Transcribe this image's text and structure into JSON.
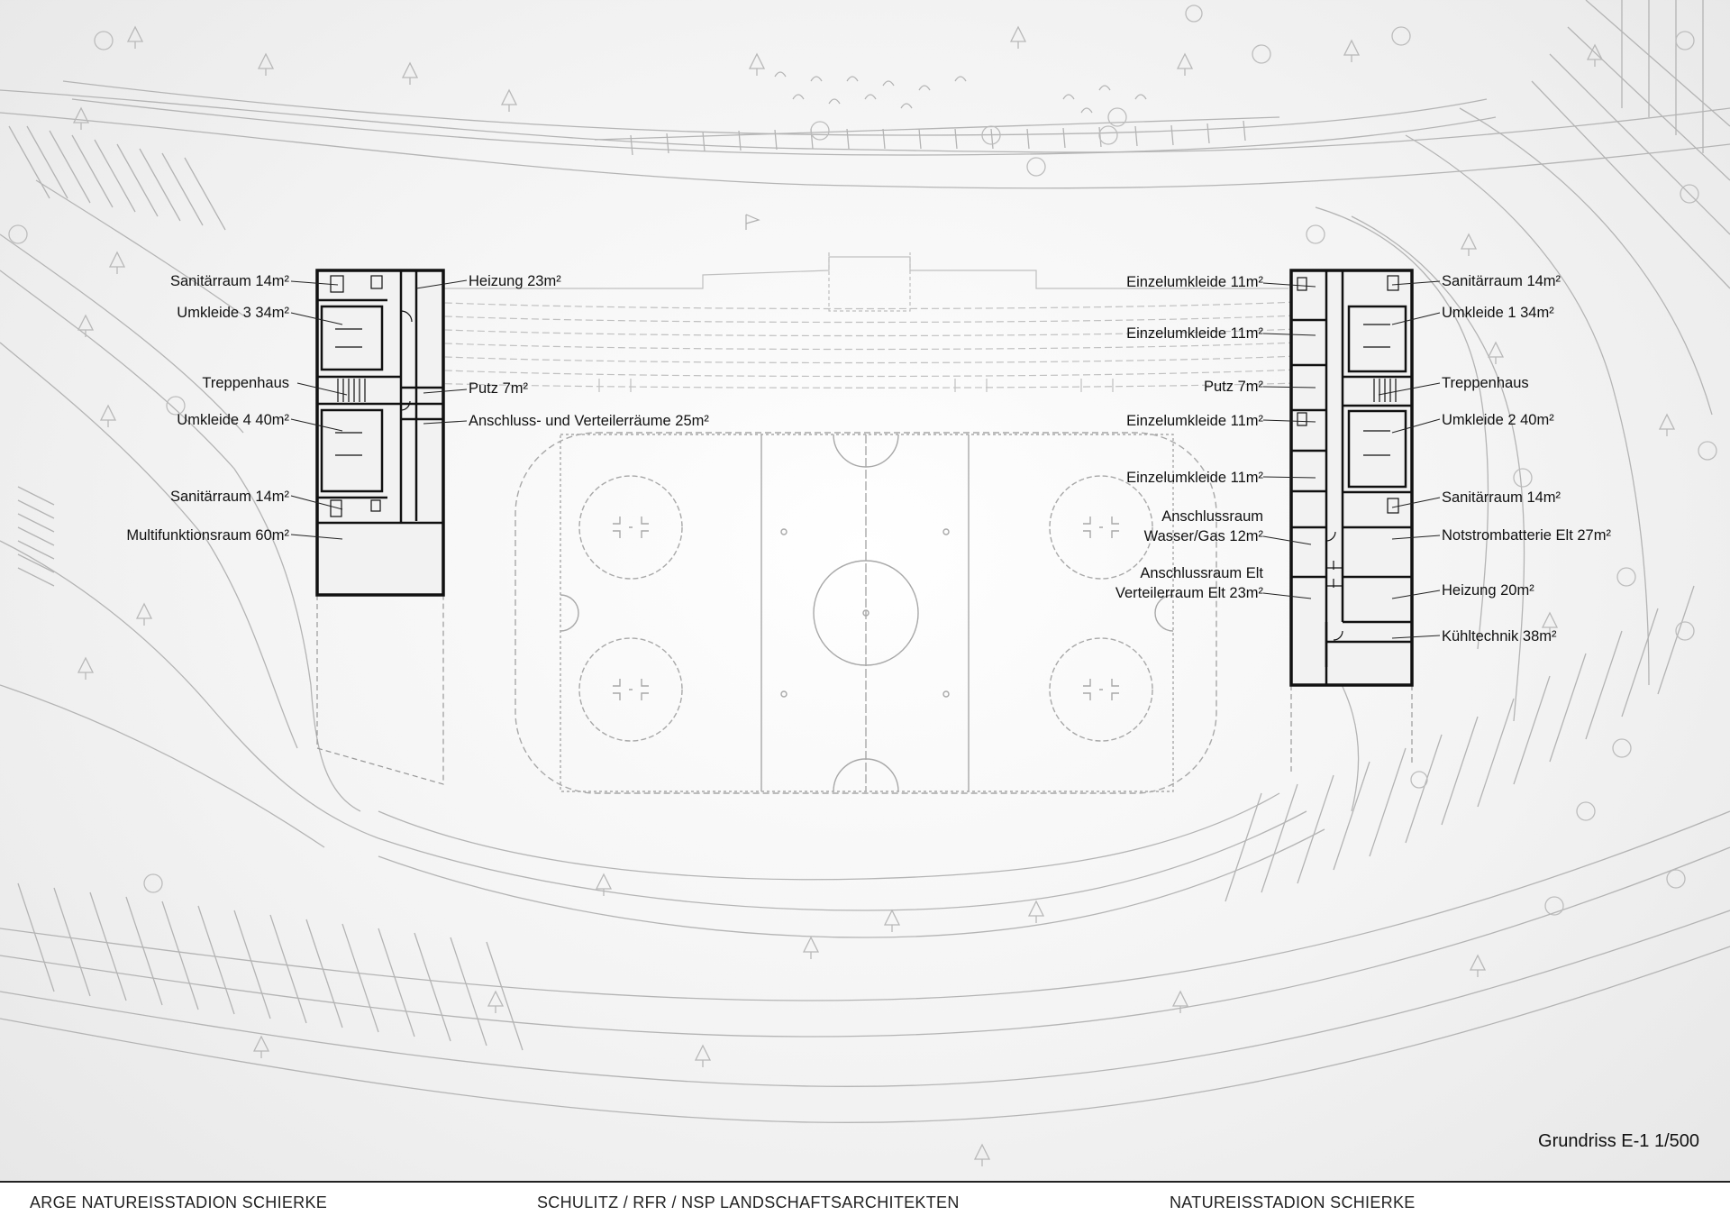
{
  "plan": {
    "scale_title": "Grundriss E-1 1/500",
    "left_rooms": [
      "Sanitärraum 14m²",
      "Umkleide 3 34m²",
      "Treppenhaus",
      "Umkleide 4 40m²",
      "Sanitärraum 14m²",
      "Multifunktionsraum 60m²",
      "Heizung 23m²",
      "Putz 7m²",
      "Anschluss- und Verteilerräume 25m²"
    ],
    "right_rooms": [
      "Einzelumkleide 11m²",
      "Einzelumkleide 11m²",
      "Putz 7m²",
      "Einzelumkleide 11m²",
      "Einzelumkleide 11m²",
      "Anschlussraum",
      "Wasser/Gas 12m²",
      "Anschlussraum Elt",
      "Verteilerraum Elt 23m²",
      "Sanitärraum 14m²",
      "Umkleide 1 34m²",
      "Treppenhaus",
      "Umkleide 2 40m²",
      "Sanitärraum 14m²",
      "Notstrombatterie Elt 27m²",
      "Heizung 20m²",
      "Kühltechnik 38m²"
    ]
  },
  "footer": {
    "left": "ARGE NATUREISSTADION SCHIERKE",
    "center": "SCHULITZ / RFR / NSP LANDSCHAFTSARCHITEKTEN",
    "right": "NATUREISSTADION SCHIERKE"
  },
  "colors": {
    "walls": "#111111",
    "context_lines": "#b4b4b4",
    "rink_lines": "#a8a8a8"
  }
}
